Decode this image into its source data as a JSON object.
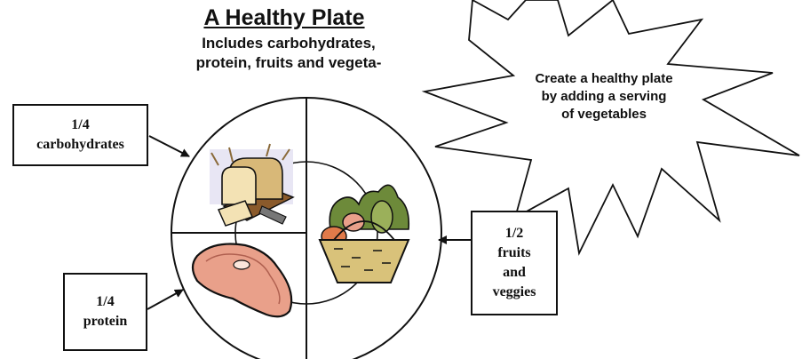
{
  "title": "A Healthy Plate",
  "subtitle": {
    "line1": "Includes carbohydrates,",
    "line2": "protein, fruits and vegeta-"
  },
  "burst": {
    "line1": "Create a healthy plate",
    "line2": "by adding a serving",
    "line3": "of vegetables"
  },
  "labels": {
    "carbs": {
      "fraction": "1/4",
      "name": "carbohydrates"
    },
    "protein": {
      "fraction": "1/4",
      "name": "protein"
    },
    "fruits": {
      "fraction": "1/2",
      "line2": "fruits",
      "line3": "and",
      "line4": "veggies"
    }
  },
  "icons": {
    "carbs": "bread-loaf-icon",
    "protein": "steak-icon",
    "fruits": "fruit-basket-icon"
  },
  "colors": {
    "ink": "#111111",
    "meat": "#e9a08a",
    "bread": "#d8b878",
    "basket": "#d9c27a",
    "leaf": "#6d8a3a",
    "bg_tint": "#e8e6f4"
  }
}
